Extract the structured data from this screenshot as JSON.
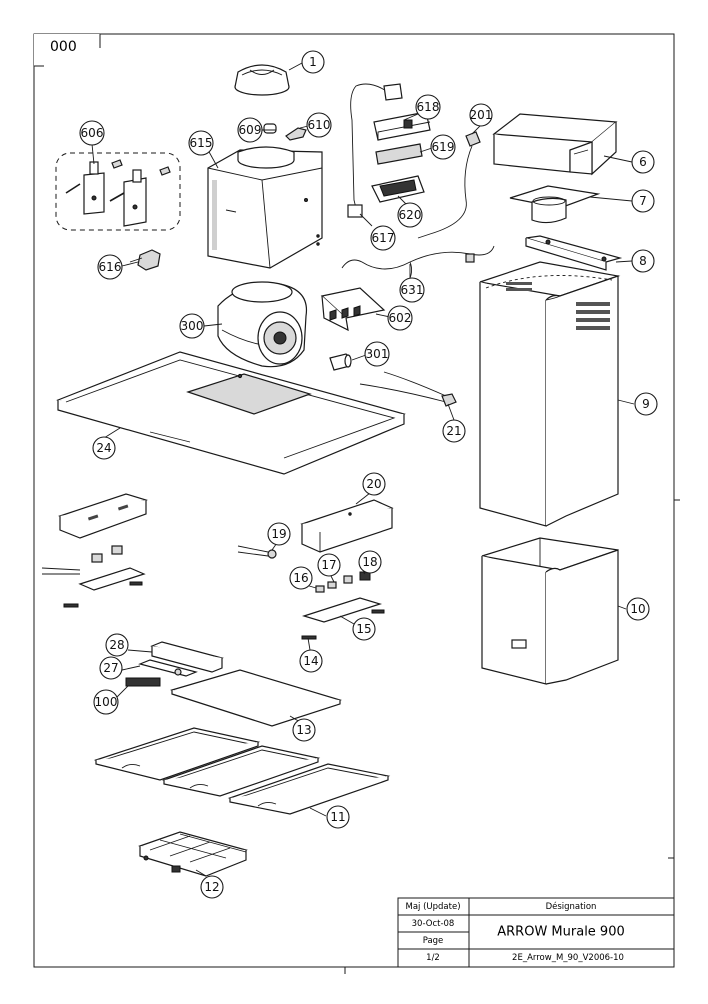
{
  "sheet": {
    "corner_label": "000"
  },
  "parts": [
    {
      "id": "p1",
      "number": "1"
    },
    {
      "id": "p6",
      "number": "6"
    },
    {
      "id": "p7",
      "number": "7"
    },
    {
      "id": "p8",
      "number": "8"
    },
    {
      "id": "p9",
      "number": "9"
    },
    {
      "id": "p10",
      "number": "10"
    },
    {
      "id": "p11",
      "number": "11"
    },
    {
      "id": "p12",
      "number": "12"
    },
    {
      "id": "p13",
      "number": "13"
    },
    {
      "id": "p14",
      "number": "14"
    },
    {
      "id": "p15",
      "number": "15"
    },
    {
      "id": "p16",
      "number": "16"
    },
    {
      "id": "p17",
      "number": "17"
    },
    {
      "id": "p18",
      "number": "18"
    },
    {
      "id": "p19",
      "number": "19"
    },
    {
      "id": "p20",
      "number": "20"
    },
    {
      "id": "p21",
      "number": "21"
    },
    {
      "id": "p24",
      "number": "24"
    },
    {
      "id": "p27",
      "number": "27"
    },
    {
      "id": "p28",
      "number": "28"
    },
    {
      "id": "p100",
      "number": "100"
    },
    {
      "id": "p201",
      "number": "201"
    },
    {
      "id": "p300",
      "number": "300"
    },
    {
      "id": "p301",
      "number": "301"
    },
    {
      "id": "p602",
      "number": "602"
    },
    {
      "id": "p606",
      "number": "606"
    },
    {
      "id": "p609",
      "number": "609"
    },
    {
      "id": "p610",
      "number": "610"
    },
    {
      "id": "p615",
      "number": "615"
    },
    {
      "id": "p616",
      "number": "616"
    },
    {
      "id": "p617",
      "number": "617"
    },
    {
      "id": "p618",
      "number": "618"
    },
    {
      "id": "p619",
      "number": "619"
    },
    {
      "id": "p620",
      "number": "620"
    },
    {
      "id": "p631",
      "number": "631"
    }
  ],
  "title_block": {
    "update_header": "Maj (Update)",
    "designation_header": "Désignation",
    "date": "30-Oct-08",
    "page_label": "Page",
    "page_value": "1/2",
    "designation": "ARROW Murale 900",
    "reference": "2E_Arrow_M_90_V2006-10"
  }
}
